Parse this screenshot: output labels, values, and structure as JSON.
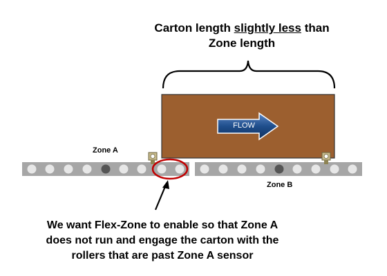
{
  "heading": {
    "line1_prefix": "Carton length ",
    "line1_emphasis": "slightly less",
    "line1_suffix": " than",
    "line2": "Zone length"
  },
  "flow_label": "FLOW",
  "zone_a_label": "Zone A",
  "zone_b_label": "Zone B",
  "note_lines": [
    "We want Flex-Zone to enable so that Zone A",
    "does not run and engage the carton with the",
    "rollers that are past Zone A sensor"
  ],
  "colors": {
    "carton": "#9c5f2f",
    "conveyor": "#a6a6a6",
    "roller": "#e7e7e7",
    "drive_roller": "#555555",
    "highlight_ring": "#c00000",
    "flow_arrow": "#1f4e8c",
    "sensor": "#c6b98a"
  },
  "icons": [
    "brace-icon",
    "flow-arrow-icon",
    "sensor-icon",
    "pointer-arrow-icon"
  ]
}
